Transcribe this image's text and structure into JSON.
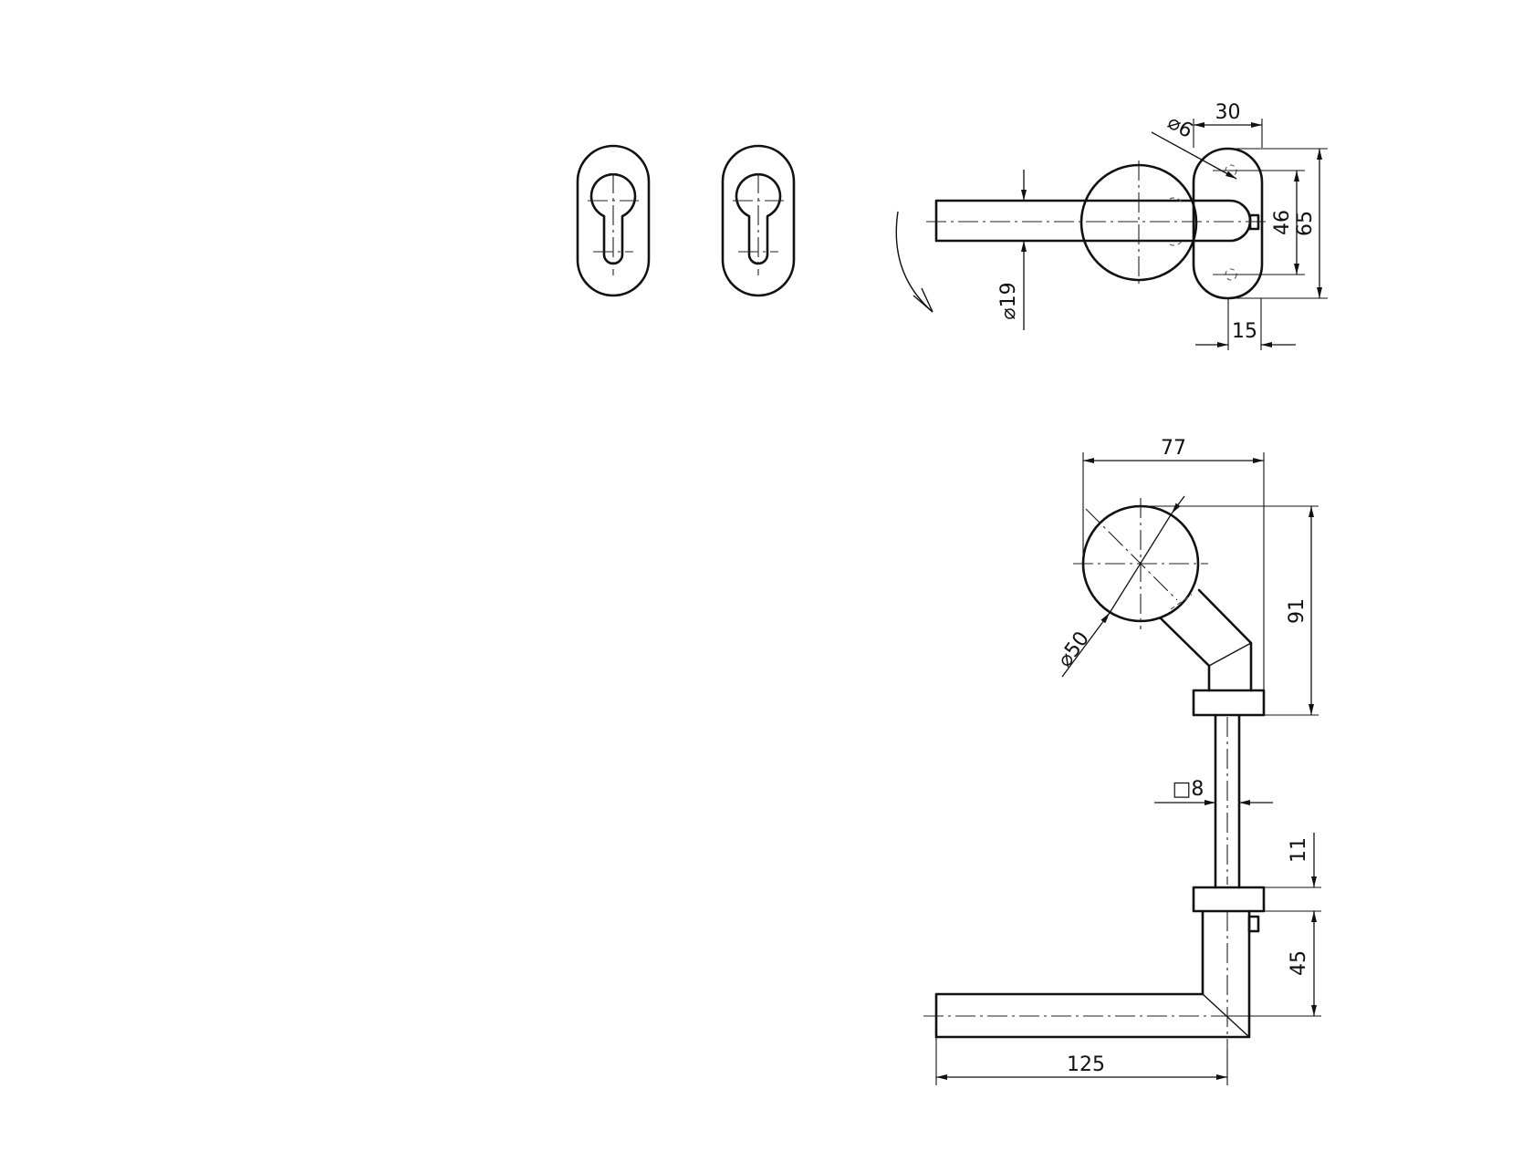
{
  "dimensions": {
    "rosette_width": "30",
    "hole_diameter": "⌀6",
    "hole_spacing": "46",
    "rosette_height": "65",
    "grip_diameter": "⌀19",
    "rosette_depth": "15",
    "total_width": "77",
    "rosette_round_diameter": "⌀50",
    "neck_height": "91",
    "spindle_square": "□8",
    "collar_thickness": "11",
    "handle_height": "45",
    "lever_length": "125"
  },
  "icons": {
    "rotation": "curved-rotation-arrow-icon",
    "keyhole": "profile-cylinder-keyhole-icon"
  }
}
